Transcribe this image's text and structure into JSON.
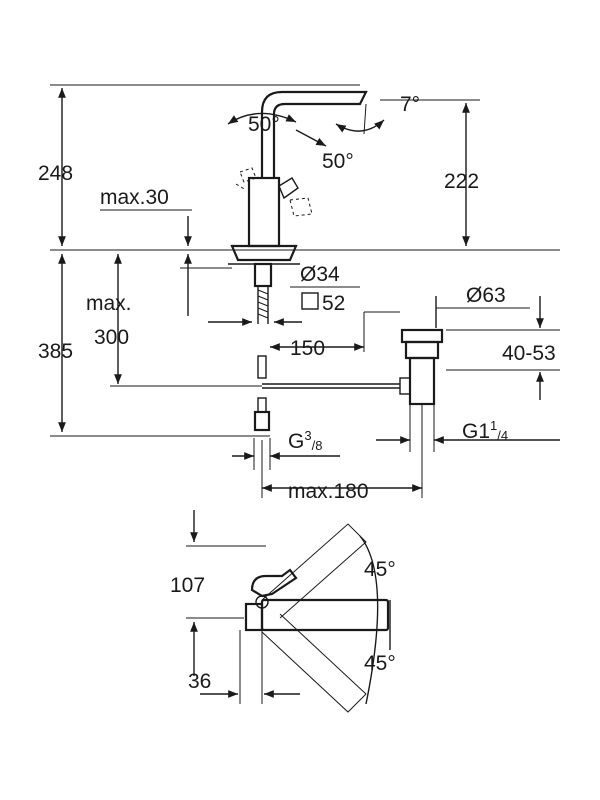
{
  "labels": {
    "angle_7": "7°",
    "angle_50_left": "50°",
    "angle_50_right": "50°",
    "dim_248": "248",
    "dim_222": "222",
    "dim_max30": "max.30",
    "dim_385": "385",
    "dim_max": "max.",
    "dim_300": "300",
    "dim_d34": "Ø34",
    "dim_sq52": "52",
    "dim_d63": "Ø63",
    "dim_150": "150",
    "dim_40_53": "40-53",
    "dim_g38_main": "G",
    "dim_g38_sup": "3",
    "dim_g38_sub": "/8",
    "dim_g114_main": "G1",
    "dim_g114_sup": "1",
    "dim_g114_sub": "/4",
    "dim_max180": "max.180",
    "dim_107": "107",
    "dim_36": "36",
    "angle_45_top": "45°",
    "angle_45_bottom": "45°"
  },
  "icons": [
    "faucet-side-view",
    "faucet-top-view",
    "pop-up-waste"
  ]
}
